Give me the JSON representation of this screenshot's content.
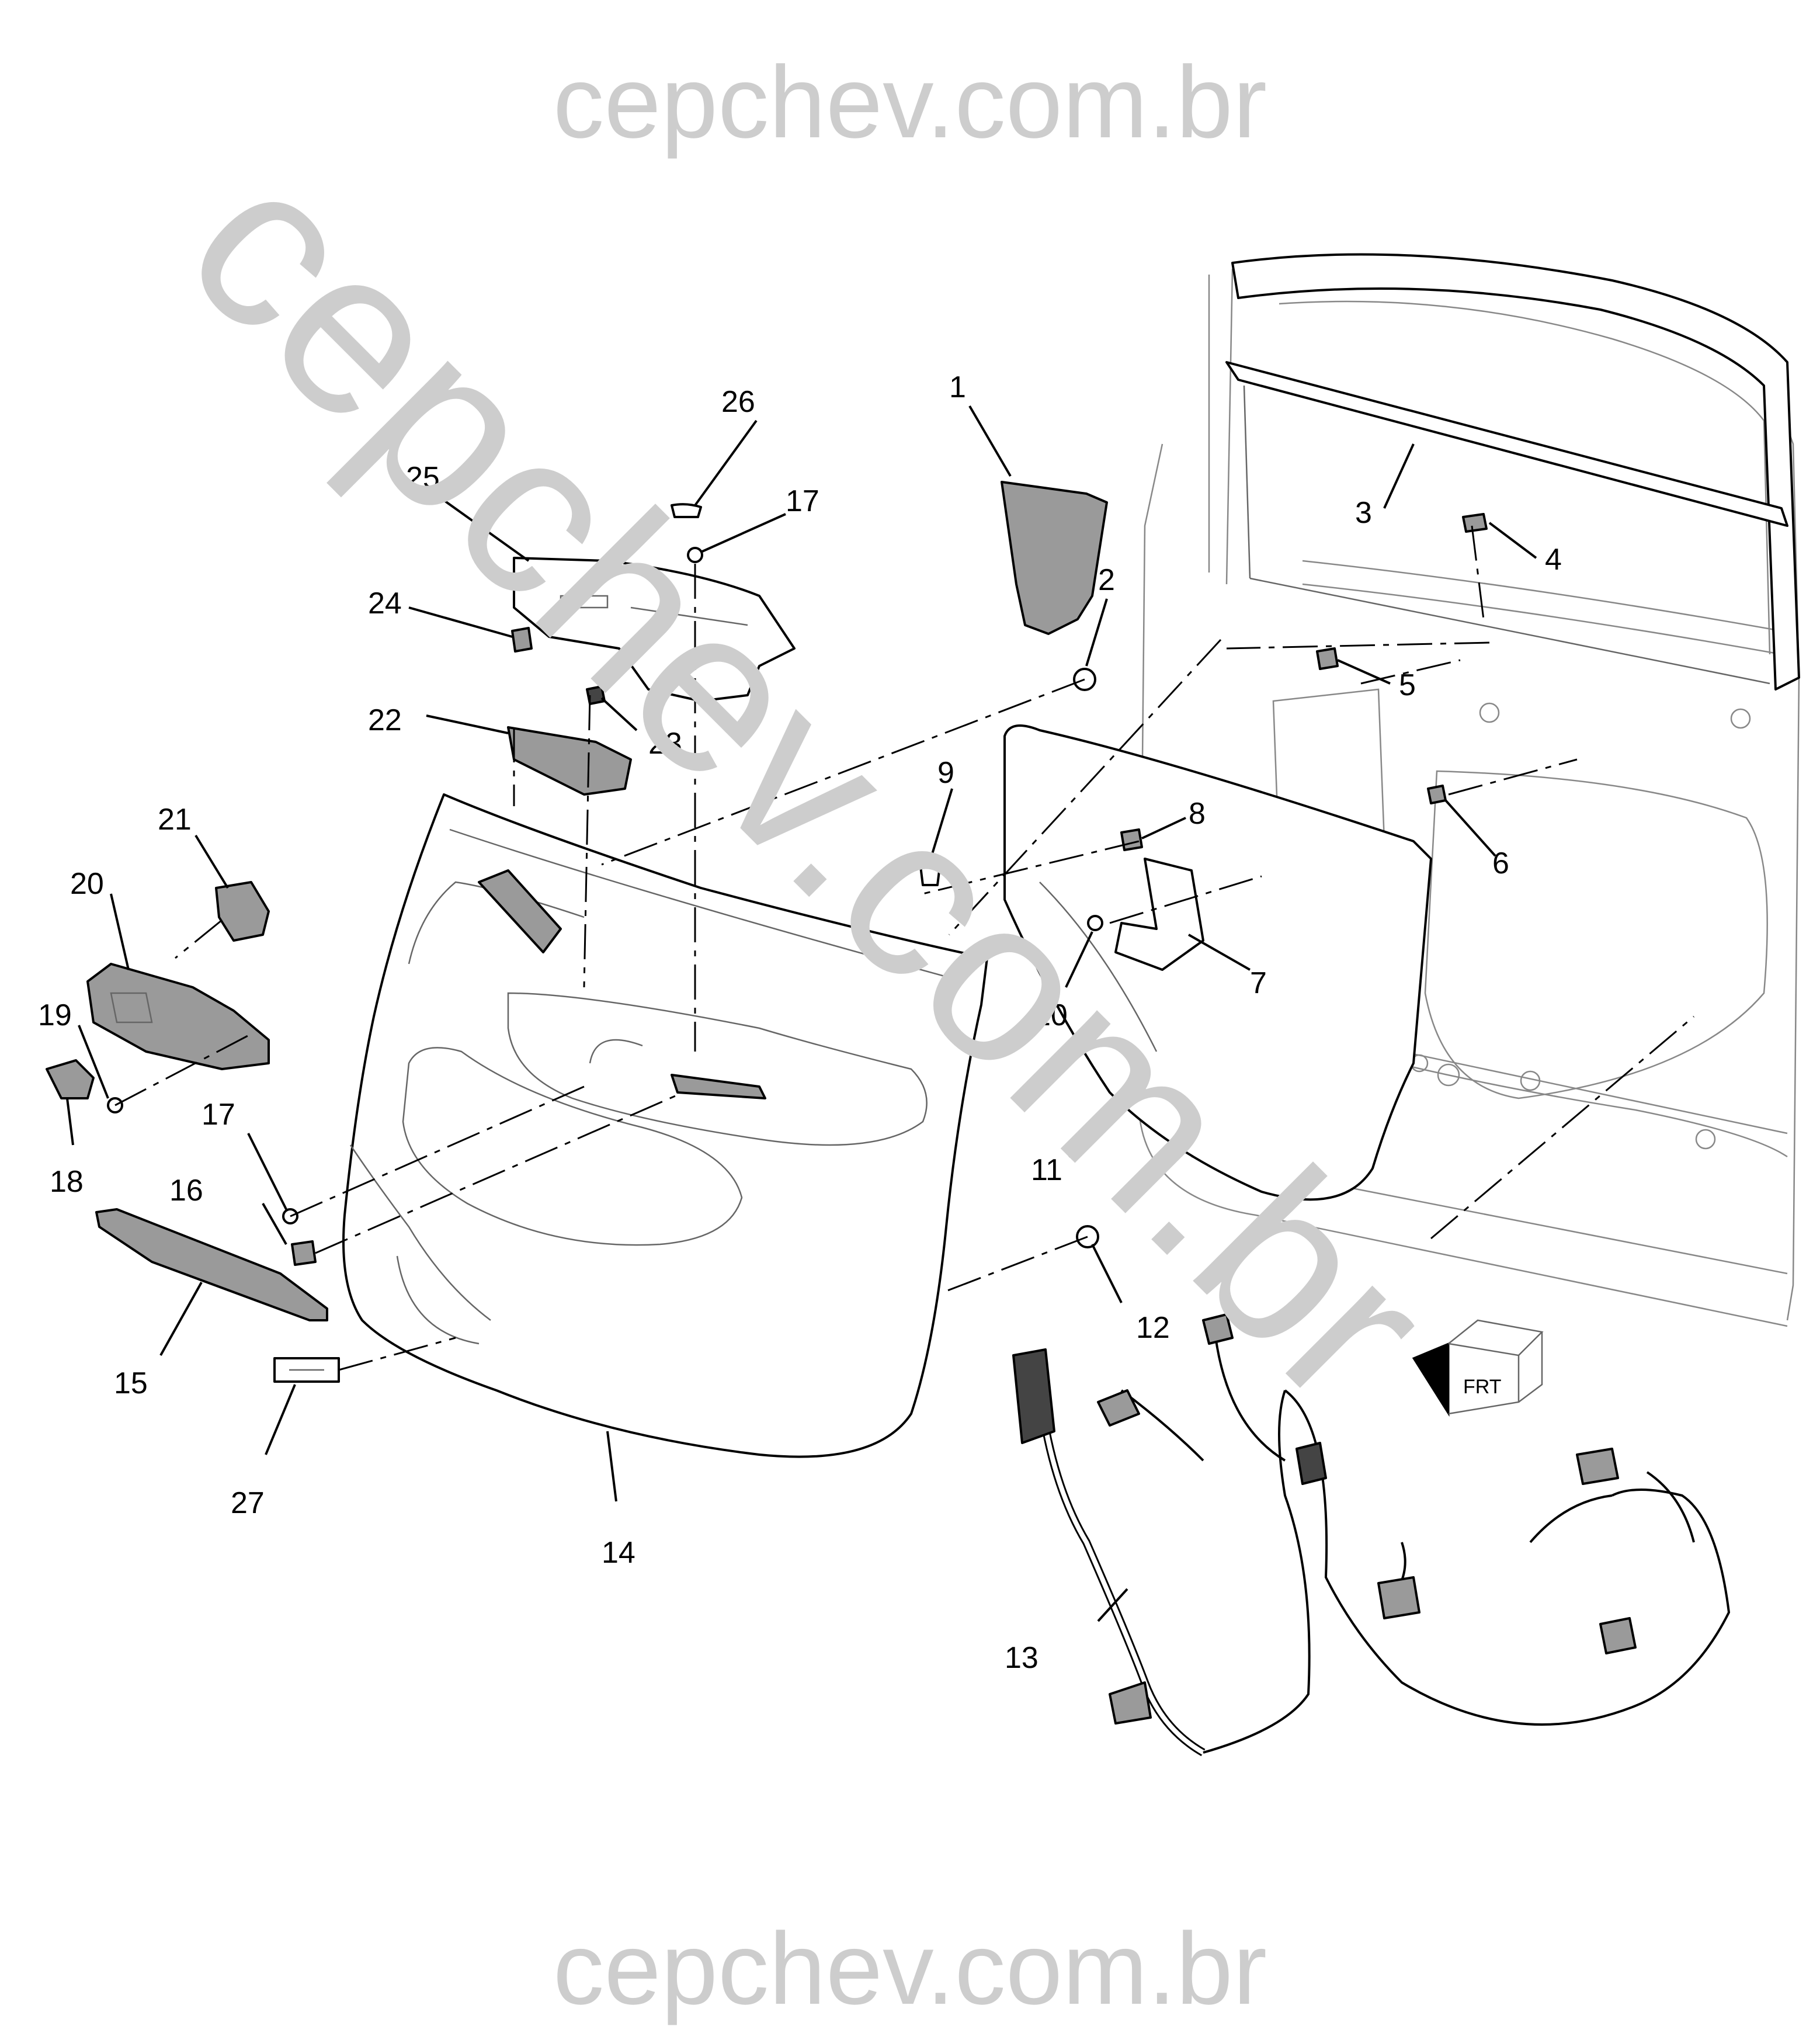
{
  "watermark": {
    "top": "cepchev.com.br",
    "bottom": "cepchev.com.br",
    "diagonal": "cepchev.com.br"
  },
  "callouts": [
    "1",
    "2",
    "3",
    "4",
    "5",
    "6",
    "7",
    "8",
    "9",
    "10",
    "11",
    "12",
    "13",
    "14",
    "15",
    "16",
    "17",
    "17",
    "18",
    "19",
    "20",
    "21",
    "22",
    "23",
    "24",
    "25",
    "26",
    "27"
  ],
  "direction_indicator": {
    "label": "FRT",
    "icon": "arrow-icon"
  },
  "colors": {
    "ink": "#000000",
    "watermark": "#cdcdcd",
    "shade": "#9a9a9a"
  }
}
